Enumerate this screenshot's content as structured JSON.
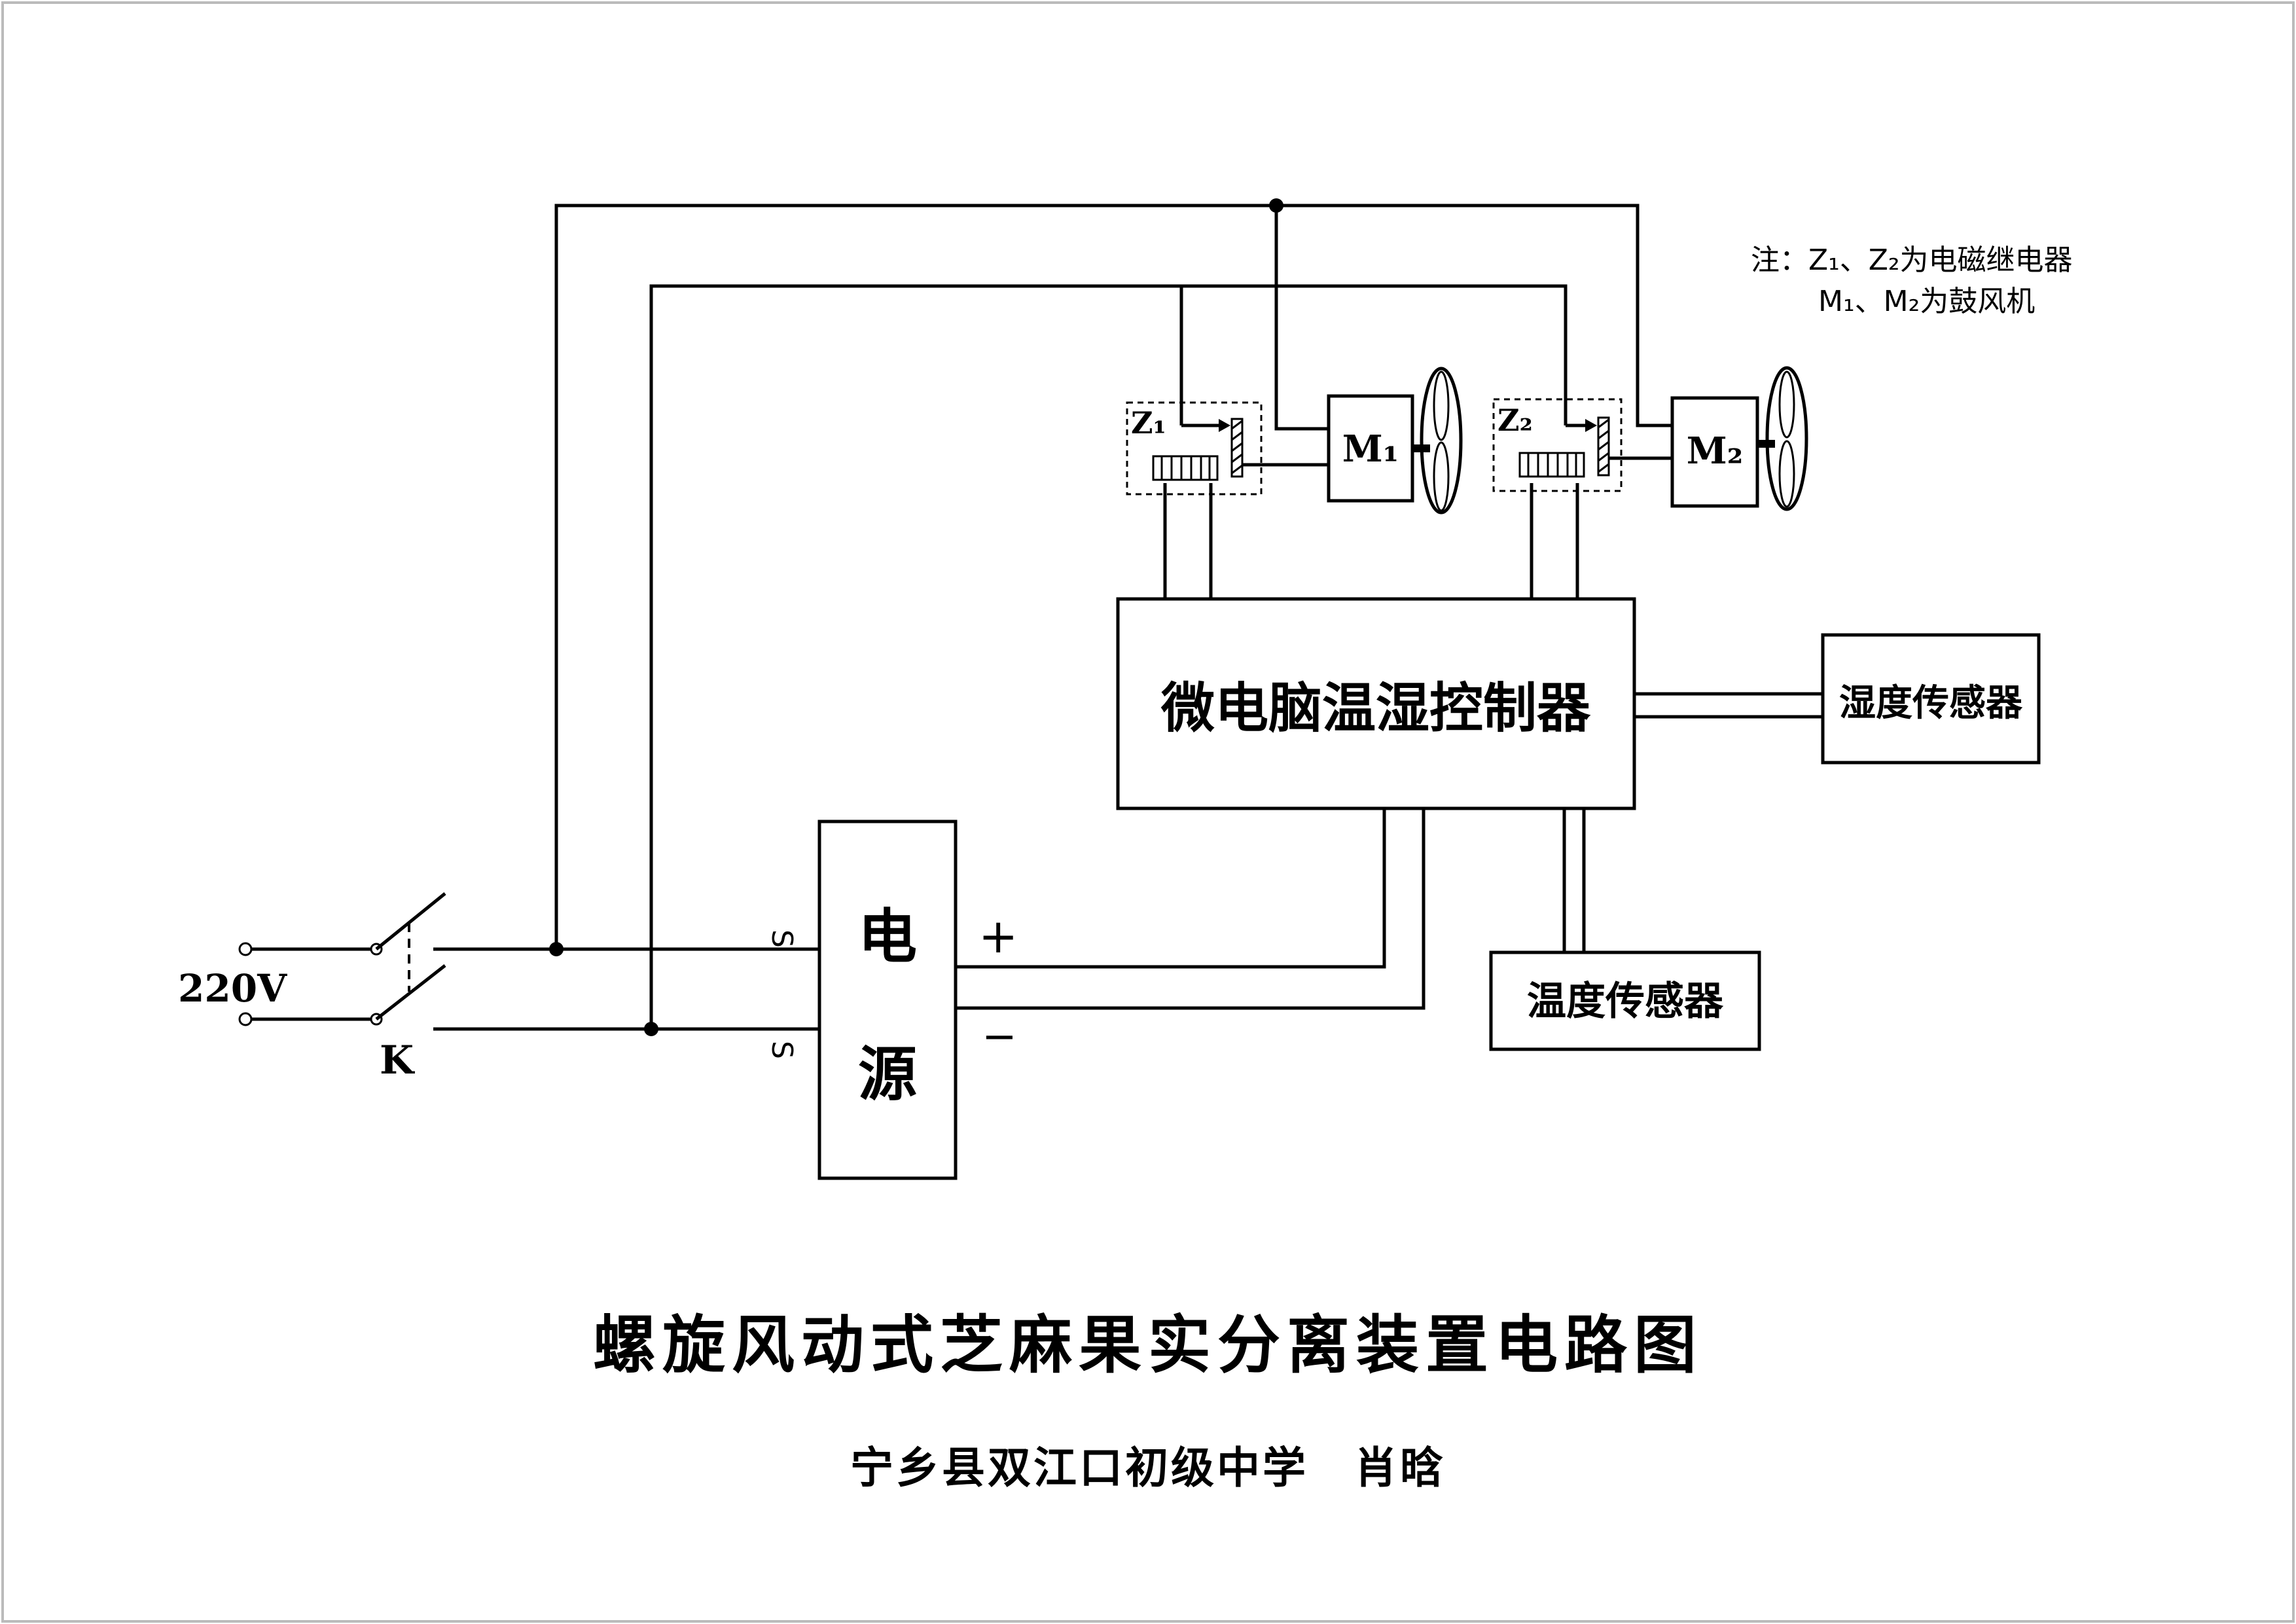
{
  "title": "螺旋风动式芝麻果实分离装置电路图",
  "author": "宁乡县双江口初级中学　肖晗",
  "note": {
    "line1": "注：Z₁、Z₂为电磁继电器",
    "line2": "M₁、M₂为鼓风机"
  },
  "labels": {
    "voltage": "220V",
    "switch": "K",
    "s_top": "S",
    "s_bottom": "S",
    "plus": "+",
    "minus": "−",
    "relay1": "Z₁",
    "relay2": "Z₂",
    "motor1": "M₁",
    "motor2": "M₂"
  },
  "blocks": {
    "power_line1": "电",
    "power_line2": "源",
    "controller": "微电脑温湿控制器",
    "humidity_sensor": "湿度传感器",
    "temperature_sensor": "温度传感器"
  }
}
